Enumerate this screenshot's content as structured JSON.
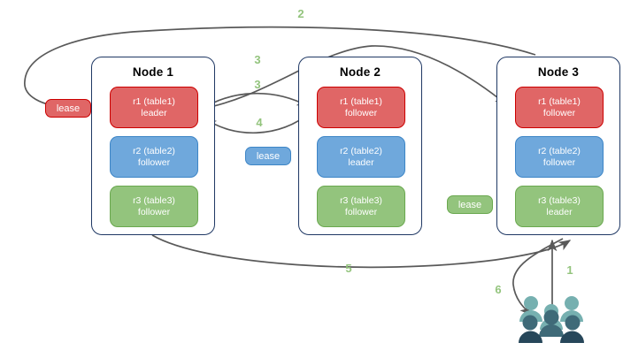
{
  "diagram": {
    "title_present": false,
    "colors": {
      "replica_red": "#e06666",
      "replica_red_border": "#cc0000",
      "replica_blue": "#6fa8dc",
      "replica_blue_border": "#3d85c6",
      "replica_green": "#93c47d",
      "replica_green_border": "#6aa84f",
      "node_border": "#1f3864",
      "arrow": "#595959",
      "step_label": "#93c47d",
      "users_light": "#76b0b0",
      "users_dark": "#2f5a6b"
    },
    "nodes": [
      {
        "id": "node-1",
        "title": "Node 1",
        "replicas": [
          {
            "id": "n1-r1",
            "name": "r1 (table1)",
            "role": "leader",
            "color": "red"
          },
          {
            "id": "n1-r2",
            "name": "r2 (table2)",
            "role": "follower",
            "color": "blue"
          },
          {
            "id": "n1-r3",
            "name": "r3 (table3)",
            "role": "follower",
            "color": "green"
          }
        ]
      },
      {
        "id": "node-2",
        "title": "Node 2",
        "replicas": [
          {
            "id": "n2-r1",
            "name": "r1 (table1)",
            "role": "follower",
            "color": "red"
          },
          {
            "id": "n2-r2",
            "name": "r2 (table2)",
            "role": "leader",
            "color": "blue"
          },
          {
            "id": "n2-r3",
            "name": "r3 (table3)",
            "role": "follower",
            "color": "green"
          }
        ]
      },
      {
        "id": "node-3",
        "title": "Node 3",
        "replicas": [
          {
            "id": "n3-r1",
            "name": "r1 (table1)",
            "role": "follower",
            "color": "red"
          },
          {
            "id": "n3-r2",
            "name": "r2 (table2)",
            "role": "follower",
            "color": "blue"
          },
          {
            "id": "n3-r3",
            "name": "r3 (table3)",
            "role": "leader",
            "color": "green"
          }
        ]
      }
    ],
    "leases": [
      {
        "id": "lease-red",
        "label": "lease",
        "color": "red"
      },
      {
        "id": "lease-blue",
        "label": "lease",
        "color": "blue"
      },
      {
        "id": "lease-green",
        "label": "lease",
        "color": "green"
      }
    ],
    "steps": [
      {
        "id": "step-1",
        "label": "1"
      },
      {
        "id": "step-2",
        "label": "2"
      },
      {
        "id": "step-3a",
        "label": "3"
      },
      {
        "id": "step-3b",
        "label": "3"
      },
      {
        "id": "step-4",
        "label": "4"
      },
      {
        "id": "step-5",
        "label": "5"
      },
      {
        "id": "step-6",
        "label": "6"
      }
    ],
    "actor": {
      "id": "clients",
      "icon": "users-icon"
    }
  }
}
